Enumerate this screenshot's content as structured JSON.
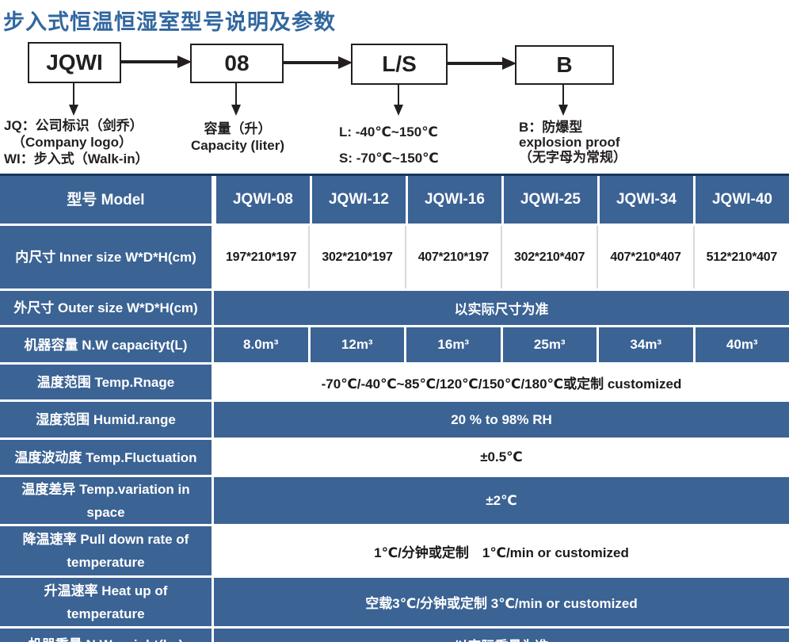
{
  "page": {
    "title": "步入式恒温恒湿室型号说明及参数"
  },
  "colors": {
    "title_blue": "#31679f",
    "table_blue": "#3b6394",
    "table_top_border": "#17365d",
    "diagram_ink": "#231f20"
  },
  "diagram": {
    "boxes": [
      {
        "label": "JQWI",
        "note_lines": [
          "JQ：公司标识（剑乔）",
          "（Company logo）",
          "WI：步入式（Walk-in）"
        ]
      },
      {
        "label": "08",
        "note_lines": [
          "容量（升）",
          "Capacity (liter)"
        ]
      },
      {
        "label": "L/S",
        "note_lines": [
          "L: -40℃~150℃",
          "S: -70℃~150℃"
        ]
      },
      {
        "label": "B",
        "note_lines": [
          "B：防爆型",
          "explosion proof",
          "（无字母为常规）"
        ]
      }
    ]
  },
  "table": {
    "header": {
      "label": "型号 Model",
      "models": [
        "JQWI-08",
        "JQWI-12",
        "JQWI-16",
        "JQWI-25",
        "JQWI-34",
        "JQWI-40"
      ]
    },
    "rows": [
      {
        "label": "内尺寸 Inner size W*D*H(cm)",
        "values": [
          "197*210*197",
          "302*210*197",
          "407*210*197",
          "302*210*407",
          "407*210*407",
          "512*210*407"
        ]
      },
      {
        "label": "外尺寸 Outer size W*D*H(cm)",
        "value": "以实际尺寸为准"
      },
      {
        "label": "机器容量 N.W capacityt(L)",
        "values": [
          "8.0m³",
          "12m³",
          "16m³",
          "25m³",
          "34m³",
          "40m³"
        ]
      },
      {
        "label": "温度范围 Temp.Rnage",
        "value": "-70℃/-40℃~85℃/120℃/150℃/180℃或定制 customized"
      },
      {
        "label": "湿度范围 Humid.range",
        "value": "20 % to 98% RH"
      },
      {
        "label": "温度波动度 Temp.Fluctuation",
        "value": "±0.5℃"
      },
      {
        "label": "温度差异 Temp.variation in space",
        "value": "±2℃"
      },
      {
        "label": "降温速率 Pull down rate of temperature",
        "value": "1℃/分钟或定制　1℃/min or customized"
      },
      {
        "label": "升温速率 Heat up of temperature",
        "value": "空载3℃/分钟或定制 3℃/min or customized"
      },
      {
        "label": "机器重量 N.W weight(kg)",
        "value": "以实际重量为准"
      }
    ]
  }
}
